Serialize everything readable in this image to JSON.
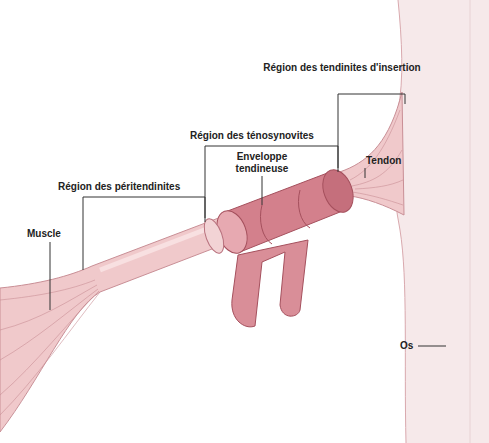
{
  "diagram": {
    "labels": [
      "Région des tendinites d'insertion",
      "Région des ténosynovites",
      "Tendon",
      "Enveloppe tendineuse",
      "Région des péritendinites",
      "Muscle",
      "Os"
    ]
  }
}
